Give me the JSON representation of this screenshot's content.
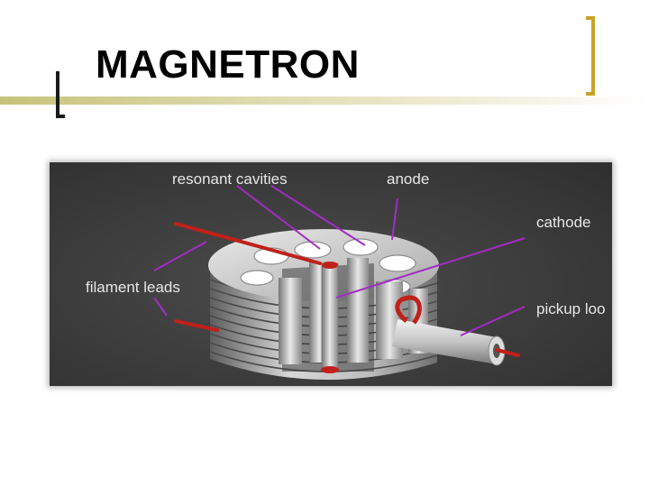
{
  "slide": {
    "title": "MAGNETRON"
  },
  "diagram": {
    "labels": {
      "resonant_cavities": "resonant cavities",
      "anode": "anode",
      "cathode": "cathode",
      "filament_leads": "filament leads",
      "pickup_loop": "pickup loo"
    }
  },
  "colors": {
    "accent_gold": "#c9a227",
    "leader_lines": "#a32cc4",
    "wire_red": "#c0201a",
    "panel_bg": "#3c3c3c"
  }
}
